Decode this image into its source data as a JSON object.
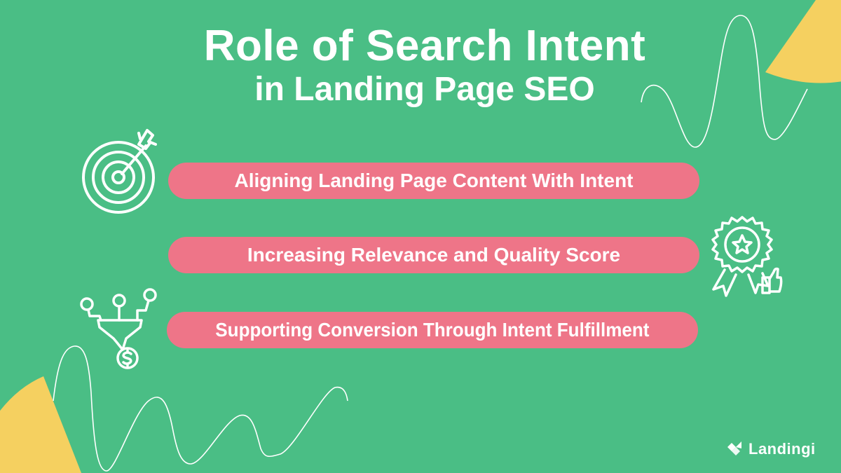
{
  "title": {
    "line1": "Role of Search Intent",
    "line2": "in Landing Page SEO"
  },
  "items": [
    {
      "label": "Aligning Landing Page Content With Intent",
      "icon": "target-arrow-icon"
    },
    {
      "label": "Increasing Relevance and Quality Score",
      "icon": "award-badge-thumbs-up-icon"
    },
    {
      "label": "Supporting Conversion Through Intent Fulfillment",
      "icon": "funnel-dollar-icon"
    }
  ],
  "brand": {
    "name": "Landingi"
  },
  "colors": {
    "background": "#4ABE85",
    "pill": "#EE7588",
    "accent_yellow": "#F5D060",
    "text": "#FFFFFF"
  }
}
